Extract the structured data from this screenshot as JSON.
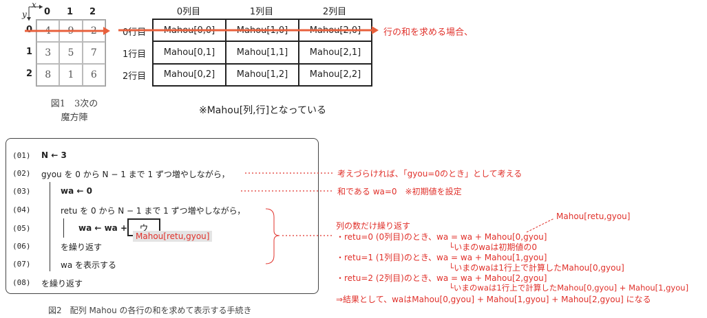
{
  "fig1": {
    "axis_x": "x",
    "axis_y": "y",
    "col_headers": [
      "0",
      "1",
      "2"
    ],
    "row_headers": [
      "0",
      "1",
      "2"
    ],
    "cells": [
      [
        "4",
        "9",
        "2"
      ],
      [
        "3",
        "5",
        "7"
      ],
      [
        "8",
        "1",
        "6"
      ]
    ],
    "caption_line1": "図1　3次の",
    "caption_line2": "魔方陣"
  },
  "table": {
    "col_headers": [
      "0列目",
      "1列目",
      "2列目"
    ],
    "row_headers": [
      "0行目",
      "1行目",
      "2行目"
    ],
    "cells": [
      [
        "Mahou[0,0]",
        "Mahou[1,0]",
        "Mahou[2,0]"
      ],
      [
        "Mahou[0,1]",
        "Mahou[1,1]",
        "Mahou[2,1]"
      ],
      [
        "Mahou[0,2]",
        "Mahou[1,2]",
        "Mahou[2,2]"
      ]
    ],
    "arrow_label": "行の和を求める場合、",
    "note": "※Mahou[列,行]となっている"
  },
  "procedure": {
    "lines": [
      {
        "num": "(01)",
        "text": "N ← 3"
      },
      {
        "num": "(02)",
        "text": "gyou を 0 から N − 1 まで 1 ずつ増やしながら，"
      },
      {
        "num": "(03)",
        "text": "wa ← 0"
      },
      {
        "num": "(04)",
        "text": "retu を 0 から N − 1 まで 1 ずつ増やしながら，"
      },
      {
        "num": "(05)",
        "text": "wa ← wa +"
      },
      {
        "num": "(06)",
        "text": "を繰り返す"
      },
      {
        "num": "(07)",
        "text": "wa を表示する"
      },
      {
        "num": "(08)",
        "text": "を繰り返す"
      }
    ],
    "blank_label": "ウ",
    "blank_hint": "Mahou[retu,gyou]",
    "caption": "図2　配列 Mahou の各行の和を求めて表示する手続き"
  },
  "annotations": {
    "a02": "考えづらければ、「gyou=0のとき」として考える",
    "a03": "和である wa=0　※初期値を設定",
    "mahou_ref": "Mahou[retu,gyou]",
    "loop_title": "列の数だけ繰り返す",
    "r0": "・retu=0 (0列目)のとき、wa = wa + Mahou[0,gyou]",
    "r0b": "└いまのwaは初期値の0",
    "r1": "・retu=1 (1列目)のとき、wa = wa + Mahou[1,gyou]",
    "r1b": "└いまのwaは1行上で計算したMahou[0,gyou]",
    "r2": "・retu=2 (2列目)のとき、wa = wa + Mahou[2,gyou]",
    "r2b": "└いまのwaは1行上で計算したMahou[0,gyou] + Mahou[1,gyou]",
    "result": "⇒結果として、waはMahou[0,gyou] + Mahou[1,gyou] + Mahou[2,gyou] になる"
  },
  "colors": {
    "accent": "#e0302a",
    "arrow": "#e8603c"
  }
}
